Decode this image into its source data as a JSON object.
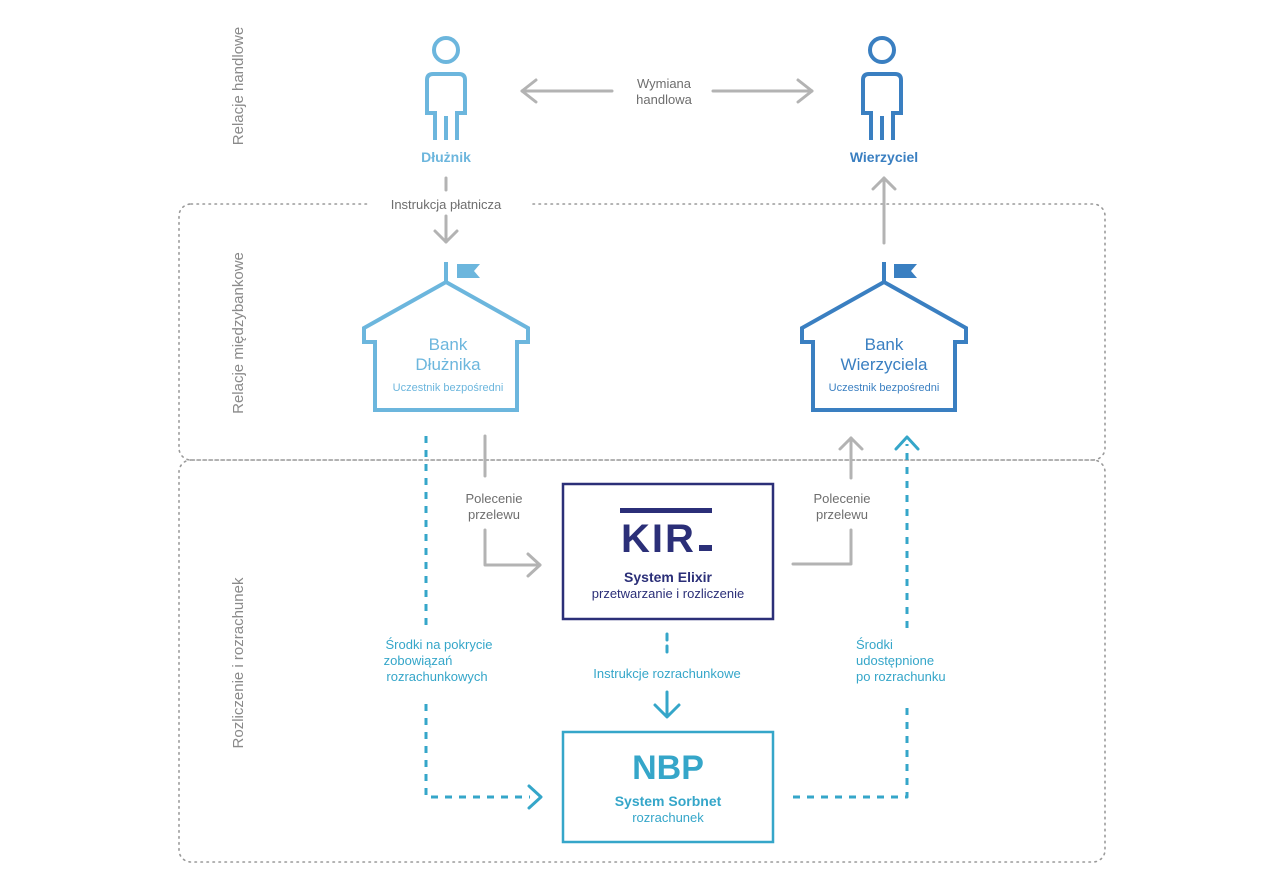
{
  "sections": {
    "commercial": "Relacje handlowe",
    "interbank": "Relacje międzybankowe",
    "settlement": "Rozliczenie i rozrachunek"
  },
  "actors": {
    "debtor": "Dłużnik",
    "creditor": "Wierzyciel"
  },
  "trade_exchange": {
    "line1": "Wymiana",
    "line2": "handlowa"
  },
  "payment_instruction": "Instrukcja płatnicza",
  "banks": {
    "debtor": {
      "line1": "Bank",
      "line2": "Dłużnika",
      "subtitle": "Uczestnik bezpośredni"
    },
    "creditor": {
      "line1": "Bank",
      "line2": "Wierzyciela",
      "subtitle": "Uczestnik bezpośredni"
    }
  },
  "transfer_order_left": {
    "line1": "Polecenie",
    "line2": "przelewu"
  },
  "transfer_order_right": {
    "line1": "Polecenie",
    "line2": "przelewu"
  },
  "kir": {
    "logo": "KIR",
    "title": "System Elixir",
    "subtitle": "przetwarzanie i rozliczenie"
  },
  "settlement_instructions": "Instrukcje rozrachunkowe",
  "funds_left": {
    "line1": "Środki na pokrycie",
    "line2": "zobowiązań",
    "line3": "rozrachunkowych"
  },
  "funds_right": {
    "line1": "Środki",
    "line2": "udostępnione",
    "line3": "po rozrachunku"
  },
  "nbp": {
    "logo": "NBP",
    "title": "System Sorbnet",
    "subtitle": "rozrachunek"
  },
  "colors": {
    "debtor": "#6cb6dd",
    "creditor": "#3a7fc1",
    "kir": "#2b2f78",
    "nbp": "#35a6c9",
    "arrows": "#b3b3b3",
    "dotted_frame": "#9a9a9a"
  }
}
